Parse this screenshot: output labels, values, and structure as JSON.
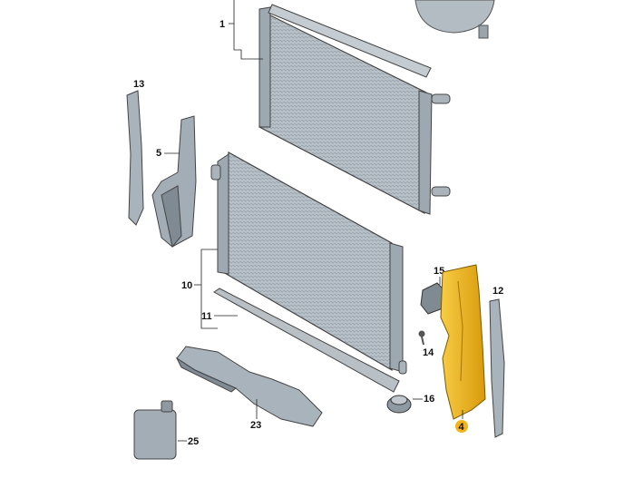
{
  "diagram": {
    "labels": {
      "p1": "1",
      "p4": "4",
      "p5": "5",
      "p10": "10",
      "p11": "11",
      "p12": "12",
      "p13": "13",
      "p14": "14",
      "p15": "15",
      "p16": "16",
      "p23": "23",
      "p25": "25"
    },
    "colors": {
      "part_gray": "#a9b3bb",
      "part_dark": "#6f7a83",
      "highlight": "#f2b418"
    }
  }
}
